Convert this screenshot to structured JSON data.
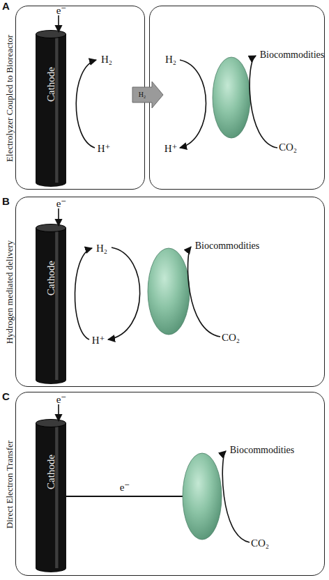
{
  "diagram": {
    "nodes": [
      {
        "text": [
          "Electrolyzer Coupled to Bioreactor",
          "e⁻",
          "H₂",
          "H⁺"
        ]
      },
      {
        "text": [
          "Cathode"
        ],
        "in": 0
      },
      {
        "text": [
          "H₂",
          "H⁺",
          "Biocommodities",
          "CO₂"
        ]
      },
      {
        "text": [
          "Hydrogen mediated delivery",
          "e⁻",
          "H₂",
          "H⁺",
          "Biocommodities",
          "CO₂"
        ]
      },
      {
        "text": [
          "Cathode"
        ],
        "in": 3
      },
      {
        "text": [
          "Direct Electron Transfer",
          "e⁻",
          "e⁻",
          "Biocommodities",
          "CO₂"
        ]
      },
      {
        "text": [
          "Cathode"
        ],
        "in": 5
      }
    ],
    "edges": [
      {
        "from": 0,
        "to": 2,
        "label": "H₂",
        "arrow": "to"
      }
    ],
    "labels": [
      "A",
      "B",
      "C"
    ]
  }
}
